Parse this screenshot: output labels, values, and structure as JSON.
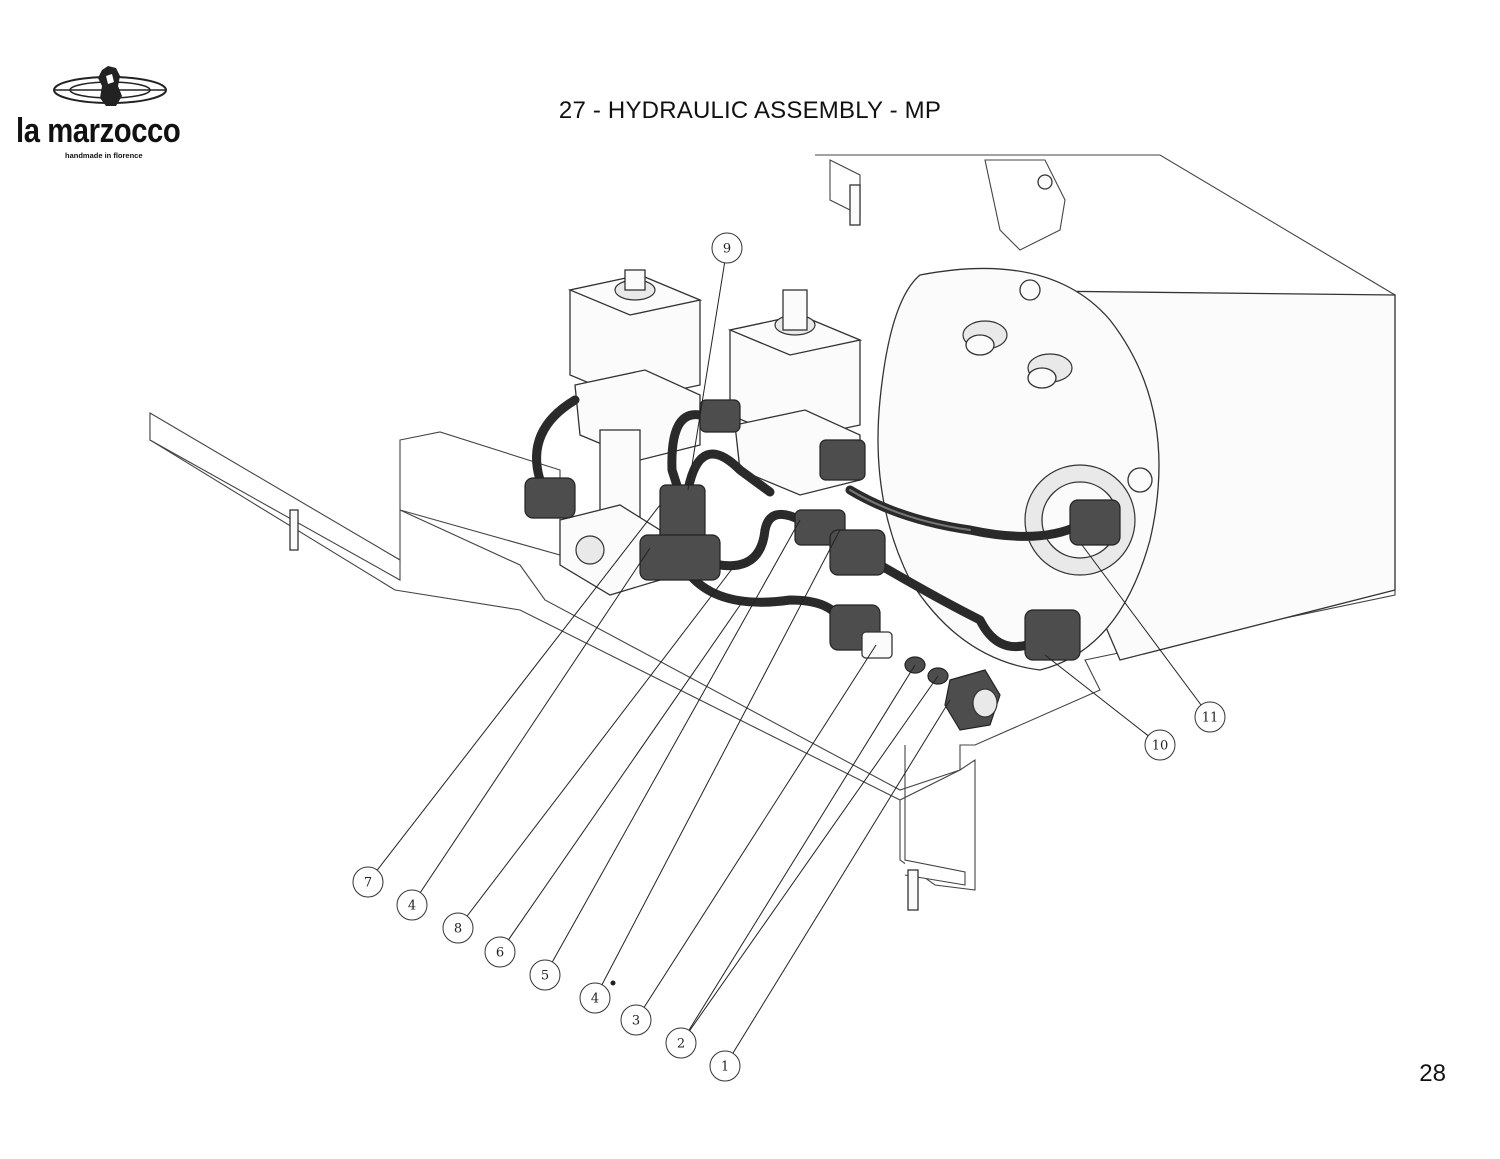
{
  "header": {
    "brand": "la marzocco",
    "tagline": "handmade in florence",
    "title": "27 - HYDRAULIC ASSEMBLY - MP"
  },
  "footer": {
    "page_number": "28"
  },
  "callouts": [
    {
      "label": "1"
    },
    {
      "label": "2"
    },
    {
      "label": "3"
    },
    {
      "label": "4"
    },
    {
      "label": "5"
    },
    {
      "label": "6"
    },
    {
      "label": "8"
    },
    {
      "label": "4"
    },
    {
      "label": "7"
    },
    {
      "label": "9"
    },
    {
      "label": "10"
    },
    {
      "label": "11"
    }
  ]
}
